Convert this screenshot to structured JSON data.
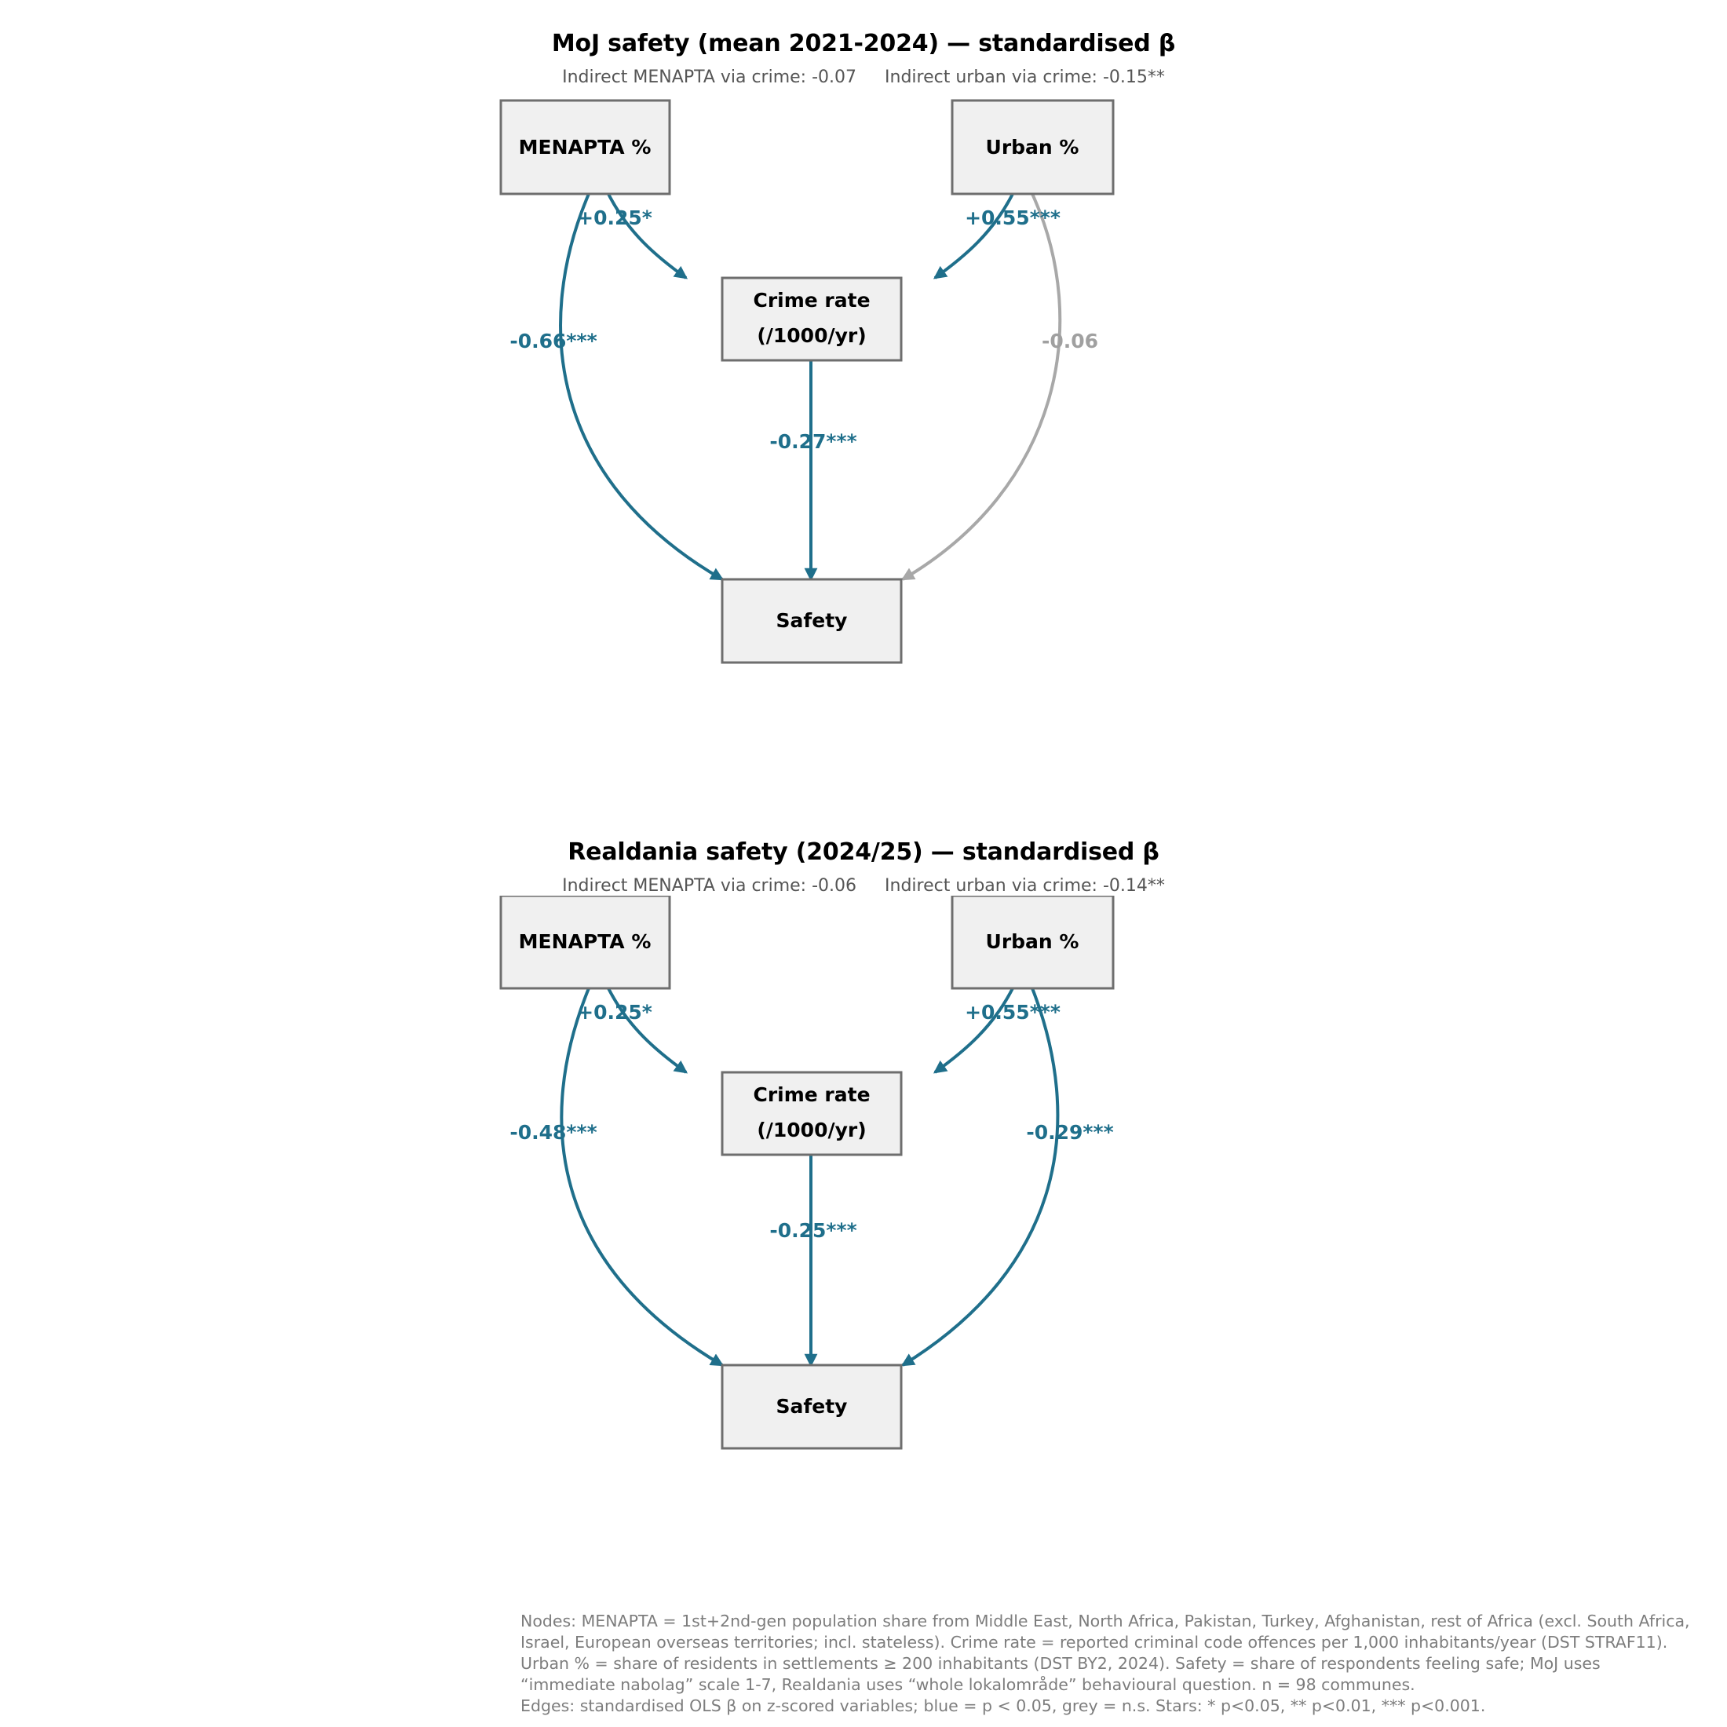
{
  "chart_data": {
    "type": "diagram",
    "title": "Path diagrams of standardised OLS betas for two safety outcomes",
    "panels": [
      {
        "id": "moj",
        "title": "MoJ safety (mean 2021-2024) — standardised β",
        "subtitle_left": "Indirect MENAPTA via crime: -0.07",
        "subtitle_right": "Indirect urban via crime: -0.15**",
        "nodes": [
          {
            "id": "menapta",
            "label": "MENAPTA %"
          },
          {
            "id": "urban",
            "label": "Urban %"
          },
          {
            "id": "crime",
            "label_line1": "Crime rate",
            "label_line2": "(/1000/yr)"
          },
          {
            "id": "safety",
            "label": "Safety"
          }
        ],
        "edges": [
          {
            "from": "menapta",
            "to": "crime",
            "label": "+0.25*",
            "value": 0.25,
            "significant": true
          },
          {
            "from": "urban",
            "to": "crime",
            "label": "+0.55***",
            "value": 0.55,
            "significant": true
          },
          {
            "from": "menapta",
            "to": "safety",
            "label": "-0.66***",
            "value": -0.66,
            "significant": true
          },
          {
            "from": "crime",
            "to": "safety",
            "label": "-0.27***",
            "value": -0.27,
            "significant": true
          },
          {
            "from": "urban",
            "to": "safety",
            "label": "-0.06",
            "value": -0.06,
            "significant": false
          }
        ]
      },
      {
        "id": "realdania",
        "title": "Realdania safety (2024/25) — standardised β",
        "subtitle_left": "Indirect MENAPTA via crime: -0.06",
        "subtitle_right": "Indirect urban via crime: -0.14**",
        "nodes": [
          {
            "id": "menapta",
            "label": "MENAPTA %"
          },
          {
            "id": "urban",
            "label": "Urban %"
          },
          {
            "id": "crime",
            "label_line1": "Crime rate",
            "label_line2": "(/1000/yr)"
          },
          {
            "id": "safety",
            "label": "Safety"
          }
        ],
        "edges": [
          {
            "from": "menapta",
            "to": "crime",
            "label": "+0.25*",
            "value": 0.25,
            "significant": true
          },
          {
            "from": "urban",
            "to": "crime",
            "label": "+0.55***",
            "value": 0.55,
            "significant": true
          },
          {
            "from": "menapta",
            "to": "safety",
            "label": "-0.48***",
            "value": -0.48,
            "significant": true
          },
          {
            "from": "crime",
            "to": "safety",
            "label": "-0.25***",
            "value": -0.25,
            "significant": true
          },
          {
            "from": "urban",
            "to": "safety",
            "label": "-0.29***",
            "value": -0.29,
            "significant": true
          }
        ]
      }
    ],
    "colors": {
      "significant": "#1f6f8b",
      "non_significant": "#a0a0a0",
      "node_fill": "#f0f0f0",
      "node_stroke": "#6e6e6e"
    },
    "footnote": "Nodes: MENAPTA = 1st+2nd-gen population share from Middle East, North Africa, Pakistan, Turkey, Afghanistan, rest of Africa (excl. South Africa,\nIsrael, European overseas territories; incl. stateless). Crime rate = reported criminal code offences per 1,000 inhabitants/year (DST STRAF11).\nUrban % = share of residents in settlements ≥ 200 inhabitants (DST BY2, 2024). Safety = share of respondents feeling safe; MoJ uses\n“immediate nabolag” scale 1-7, Realdania uses “whole lokalområde” behavioural question. n = 98 communes.\nEdges: standardised OLS β on z-scored variables; blue = p < 0.05, grey = n.s. Stars: * p<0.05, ** p<0.01, *** p<0.001."
  },
  "panel_moj": {
    "title": "MoJ safety (mean 2021-2024) — standardised β",
    "subtitle_left": "Indirect MENAPTA via crime: -0.07",
    "subtitle_right": "Indirect urban via crime: -0.15**",
    "node_menapta": "MENAPTA %",
    "node_urban": "Urban %",
    "node_crime_l1": "Crime rate",
    "node_crime_l2": "(/1000/yr)",
    "node_safety": "Safety",
    "edge_menapta_crime": "+0.25*",
    "edge_urban_crime": "+0.55***",
    "edge_menapta_safety": "-0.66***",
    "edge_crime_safety": "-0.27***",
    "edge_urban_safety": "-0.06"
  },
  "panel_realdania": {
    "title": "Realdania safety (2024/25) — standardised β",
    "subtitle_left": "Indirect MENAPTA via crime: -0.06",
    "subtitle_right": "Indirect urban via crime: -0.14**",
    "node_menapta": "MENAPTA %",
    "node_urban": "Urban %",
    "node_crime_l1": "Crime rate",
    "node_crime_l2": "(/1000/yr)",
    "node_safety": "Safety",
    "edge_menapta_crime": "+0.25*",
    "edge_urban_crime": "+0.55***",
    "edge_menapta_safety": "-0.48***",
    "edge_crime_safety": "-0.25***",
    "edge_urban_safety": "-0.29***"
  },
  "footnote": "Nodes: MENAPTA = 1st+2nd-gen population share from Middle East, North Africa, Pakistan, Turkey, Afghanistan, rest of Africa (excl. South Africa,\nIsrael, European overseas territories; incl. stateless). Crime rate = reported criminal code offences per 1,000 inhabitants/year (DST STRAF11).\nUrban % = share of residents in settlements ≥ 200 inhabitants (DST BY2, 2024). Safety = share of respondents feeling safe; MoJ uses\n“immediate nabolag” scale 1-7, Realdania uses “whole lokalområde” behavioural question. n = 98 communes.\nEdges: standardised OLS β on z-scored variables; blue = p < 0.05, grey = n.s. Stars: * p<0.05, ** p<0.01, *** p<0.001."
}
